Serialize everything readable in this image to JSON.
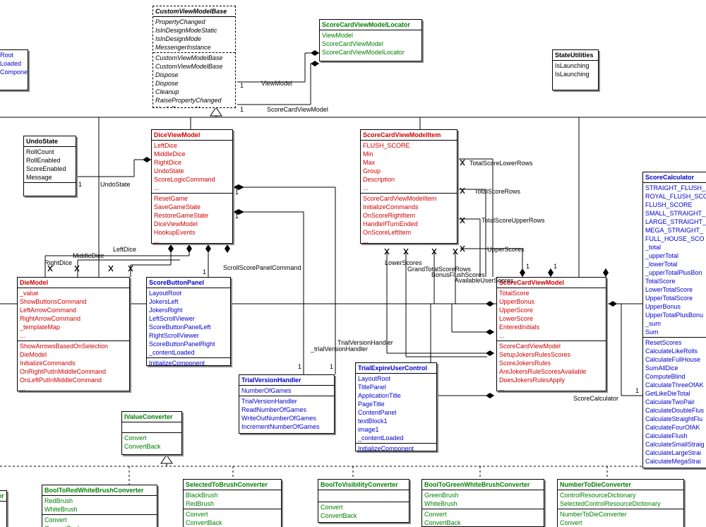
{
  "classes": {
    "custom_base": {
      "title": "CustomViewModelBase",
      "fields": [
        "PropertyChanged",
        "IsInDesignModeStatic",
        "IsInDesignMode",
        "MessengerInstance"
      ],
      "methods": [
        "CustomViewModelBase",
        "CustomViewModelBase",
        "Dispose",
        "Dispose",
        "Cleanup",
        "RaisePropertyChanged",
        "VerifyPropertyName"
      ]
    },
    "locator": {
      "title": "ScoreCardViewModelLocator",
      "fields": [
        "ViewModel",
        "ScoreCardViewModel",
        "ScoreCardViewModelLocator"
      ]
    },
    "state_util": {
      "title": "StateUtilities",
      "fields": [
        "IsLaunching",
        "IsLaunching"
      ]
    },
    "left_partial": {
      "fields": [
        "Root",
        "Loaded",
        "Component"
      ]
    },
    "undo_state": {
      "title": "UndoState",
      "fields": [
        "RollCount",
        "RollEnabled",
        "ScoreEnabled",
        "Message"
      ]
    },
    "dice_vm": {
      "title": "DiceViewModel",
      "fields": [
        "LeftDice",
        "MiddleDice",
        "RightDice",
        "UndoState",
        "ScoreLogicCommand",
        "..."
      ],
      "methods": [
        "ResetGame",
        "SaveGameState",
        "RestoreGameState",
        "DiceViewModel",
        "HookupEvents",
        "..."
      ]
    },
    "sc_item": {
      "title": "ScoreCardViewModelItem",
      "fields": [
        "FLUSH_SCORE",
        "Min",
        "Max",
        "Group",
        "Description",
        "..."
      ],
      "methods": [
        "ScoreCardViewModelItem",
        "InitializeCommands",
        "OnScoreRightItem",
        "HandleIfTurnEnded",
        "OnScoreLeftItem",
        "..."
      ]
    },
    "score_calc": {
      "title": "ScoreCalculator",
      "fields": [
        "STRAIGHT_FLUSH_",
        "ROYAL_FLUSH_SCO",
        "FLUSH_SCORE",
        "SMALL_STRAIGHT_",
        "LARGE_STRAIGHT_",
        "MEGA_STRAIGHT_",
        "FULL_HOUSE_SCO",
        "_total",
        "_upperTotal",
        "_lowerTotal",
        "_upperTotalPlusBon",
        "TotalScore",
        "LowerTotalScore",
        "UpperTotalScore",
        "UpperBonus",
        "UpperTotalPlusBonu",
        "_sum",
        "Sum"
      ],
      "methods": [
        "ResetScores",
        "CalculateLikeRolls",
        "CalculateFullHouse",
        "SumAllDice",
        "ComputeBlind",
        "CalculateThreeOfAK",
        "GetLikeDieTotal",
        "CalculateTwoPair",
        "CalculateDoubleFlus",
        "CalculateStraightFlu",
        "CalculateFourOfAK",
        "CalculateFlush",
        "CalculateSmallStraig",
        "CalculateLargeStrai",
        "CalculateMegaStrai"
      ]
    },
    "die_model": {
      "title": "DieModel",
      "fields": [
        "_value",
        "ShowButtonsCommand",
        "LeftArrowCommand",
        "RightArrowCommand",
        "_templateMap",
        "..."
      ],
      "methods": [
        "ShowArrowsBasedOnSelection",
        "DieModel",
        "InitializeCommands",
        "OnRightPutInMiddleCommand",
        "OnLeftPutInMiddleCommand",
        "..."
      ]
    },
    "score_btn": {
      "title": "ScoreButtonPanel",
      "fields": [
        "LayoutRoot",
        "JokersLeft",
        "JokersRight",
        "LeftScrollViewer",
        "ScoreButtonPanelLeft",
        "RightScrollViewer",
        "ScoreButtonPanelRight",
        "_contentLoaded"
      ],
      "methods": [
        "InitializeComponent"
      ]
    },
    "sc_vm": {
      "title": "ScoreCardViewModel",
      "fields": [
        "TotalScore",
        "UpperBonus",
        "UpperScore",
        "LowerScore",
        "EnteredInitials",
        "..."
      ],
      "methods": [
        "ScoreCardViewModel",
        "SetupJokersRulesScores",
        "ScoreJokersRules",
        "AreJokersRuleScoresAvailable",
        "DoesJokersRulesApply",
        "..."
      ]
    },
    "trial_handler": {
      "title": "TrialVersionHandler",
      "fields": [
        "NumberOfGames"
      ],
      "methods": [
        "TrialVersionHandler",
        "ReadNumberOfGames",
        "WriteOutNumberOfGames",
        "IncrementNumberOfGames"
      ]
    },
    "trial_expire": {
      "title": "TrialExpireUserControl",
      "fields": [
        "LayoutRoot",
        "TitlePanel",
        "ApplicationTitle",
        "PageTitle",
        "ContentPanel",
        "textBlock1",
        "image1",
        "_contentLoaded"
      ],
      "methods": [
        "InitializeComponent"
      ]
    },
    "ivalue": {
      "title": "IValueConverter",
      "methods": [
        "Convert",
        "ConvertBack"
      ]
    },
    "bool_rw": {
      "title": "BoolToRedWhiteBrushConverter",
      "fields": [
        "RedBrush",
        "WhiteBrush"
      ],
      "methods": [
        "Convert",
        "ConvertBack"
      ]
    },
    "selected": {
      "title": "SelectedToBrushConverter",
      "fields": [
        "BlackBrush",
        "RedBrush"
      ],
      "methods": [
        "Convert",
        "ConvertBack"
      ]
    },
    "bool_vis": {
      "title": "BoolToVisibilityConverter",
      "methods": [
        "Convert",
        "ConvertBack"
      ]
    },
    "bool_gw": {
      "title": "BoolToGreenWhiteBrushConverter",
      "fields": [
        "GreenBrush",
        "WhiteBrush"
      ],
      "methods": [
        "Convert",
        "ConvertBack"
      ]
    },
    "num_die": {
      "title": "NumberToDieConverter",
      "fields": [
        "ControlResourceDictionary",
        "SelectedControlResourceDictionary"
      ],
      "methods": [
        "NumberToDieConverter",
        "Convert",
        "ConvertBack"
      ]
    },
    "small_left": {
      "title": "er"
    }
  },
  "labels": {
    "viewmodel": "ViewModel",
    "scorecard_vm": "ScoreCardViewModel",
    "undostate": "UndoState",
    "leftdice": "LeftDice",
    "middledice": "MiddleDice",
    "rightdice": "RightDice",
    "scroll_cmd": "ScrollScorePanelCommand",
    "total_lower": "TotalScoreLowerRows",
    "total_rows": "TotalScoreRows",
    "total_upper": "TotalScoreUpperRows",
    "upper_scores": "UpperScores",
    "lower_scores": "LowerScores",
    "grand_total": "GrandTotalScoreRows",
    "bonus_flush": "BonusFlushScores",
    "available": "AvailableUserScores",
    "trial_handler_lbl": "TrialVersionHandler",
    "trial_handler_field": "_trialVersionHandler",
    "score_calc_lbl": "ScoreCalculator",
    "m1": "1",
    "m2": "1",
    "m3": "1",
    "m4": "1",
    "m5": "1",
    "m6": "1",
    "m7": "1",
    "m8": "1",
    "m9": "1",
    "m10": "1",
    "m11": "1"
  }
}
